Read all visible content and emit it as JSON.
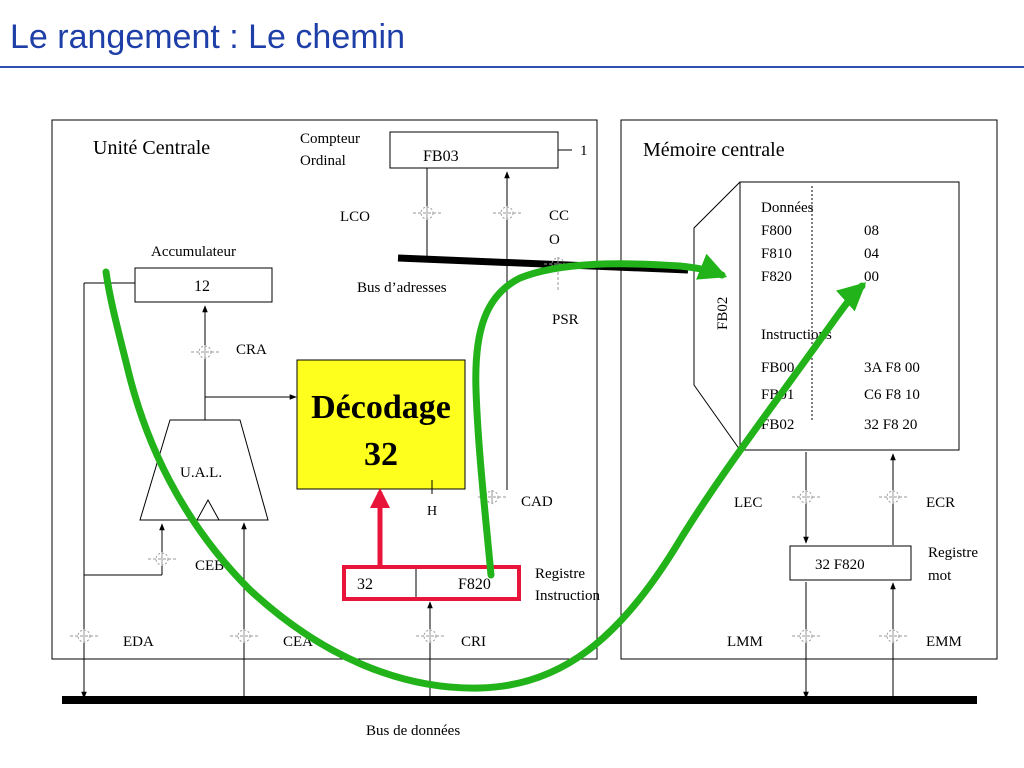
{
  "slide": {
    "title": "Le rangement : Le chemin"
  },
  "cpu": {
    "label": "Unité Centrale",
    "compteur_label_1": "Compteur",
    "compteur_label_2": "Ordinal",
    "compteur_value": "FB03",
    "increment": "1",
    "lco": "LCO",
    "cco_1": "CC",
    "cco_2": "O",
    "bus_adresses": "Bus d’adresses",
    "psr": "PSR",
    "accumulateur_label": "Accumulateur",
    "accumulateur_value": "12",
    "cra": "CRA",
    "decodage_1": "Décodage",
    "decodage_2": "32",
    "h": "H",
    "cad": "CAD",
    "ual": "U.A.L.",
    "ceb": "CEB",
    "ri_opcode": "32",
    "ri_address": "F820",
    "ri_label_1": "Registre",
    "ri_label_2": "Instruction",
    "eda": "EDA",
    "cea": "CEA",
    "cri": "CRI"
  },
  "memory": {
    "label": "Mémoire centrale",
    "address_side": "FB02",
    "donnees_label": "Données",
    "data_rows": [
      {
        "addr": "F800",
        "val": "08"
      },
      {
        "addr": "F810",
        "val": "04"
      },
      {
        "addr": "F820",
        "val": "00"
      }
    ],
    "instructions_label": "Instructions",
    "instr_rows": [
      {
        "addr": "FB00",
        "val": "3A F8 00"
      },
      {
        "addr": "FB01",
        "val": "C6 F8 10"
      },
      {
        "addr": "FB02",
        "val": "32 F8 20"
      }
    ],
    "lec": "LEC",
    "ecr": "ECR",
    "rm_value": "32 F820",
    "rm_label_1": "Registre",
    "rm_label_2": "mot",
    "lmm": "LMM",
    "emm": "EMM"
  },
  "bus_donnees": "Bus de données",
  "colors": {
    "title": "#1f3fa8",
    "decodage_fill": "#ffff1e",
    "highlight_red": "#e8143a",
    "path_green": "#22b31a"
  }
}
